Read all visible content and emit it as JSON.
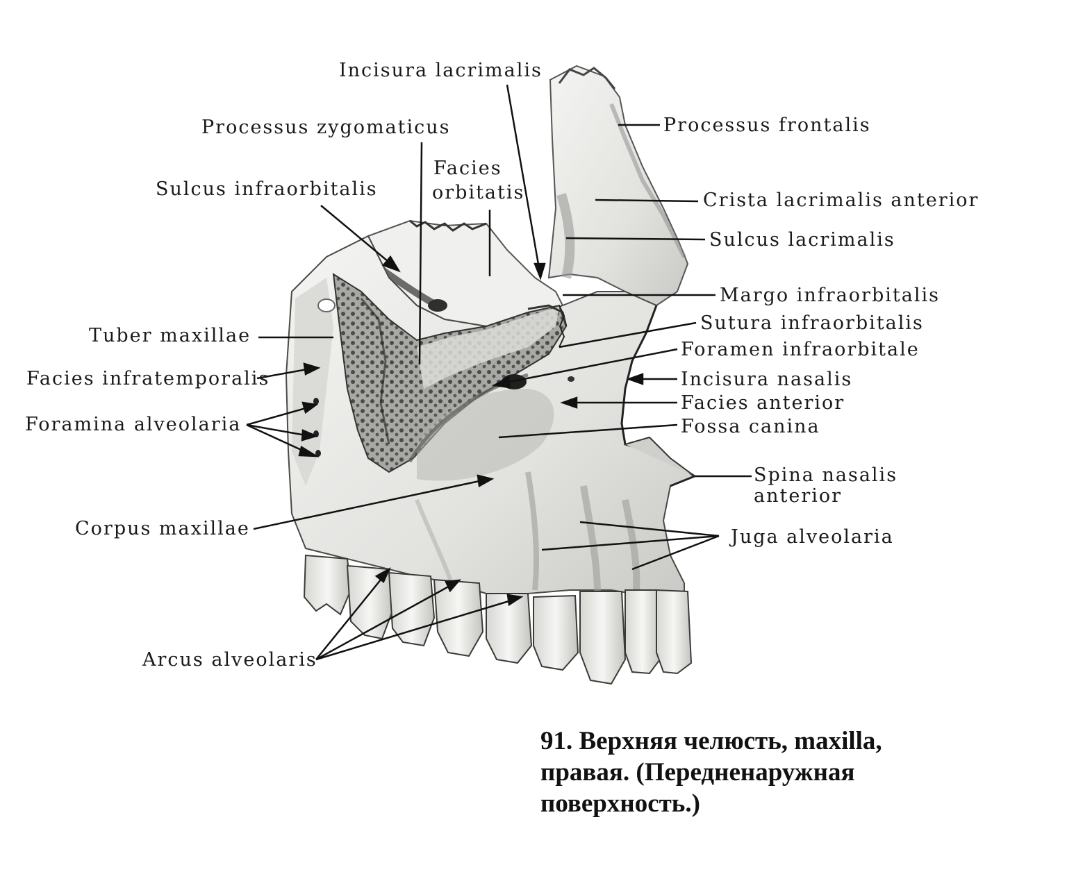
{
  "labels": {
    "incisura_lacrimalis": "Incisura lacrimalis",
    "processus_zygomaticus": "Processus zygomaticus",
    "facies_orbitatis_1": "Facies",
    "facies_orbitatis_2": "orbitatis",
    "sulcus_infraorbitalis": "Sulcus infraorbitalis",
    "processus_frontalis": "Processus frontalis",
    "crista_lacrimalis_anterior": "Crista lacrimalis anterior",
    "sulcus_lacrimalis": "Sulcus lacrimalis",
    "margo_infraorbitalis": "Margo infraorbitalis",
    "sutura_infraorbitalis": "Sutura infraorbitalis",
    "foramen_infraorbitale": "Foramen infraorbitale",
    "incisura_nasalis": "Incisura nasalis",
    "facies_anterior": "Facies anterior",
    "fossa_canina": "Fossa canina",
    "spina_nasalis_1": "Spina nasalis",
    "spina_nasalis_2": "anterior",
    "juga_alveolaria": "Juga alveolaria",
    "tuber_maxillae": "Tuber maxillae",
    "facies_infratemporalis": "Facies infratemporalis",
    "foramina_alveolaria": "Foramina alveolaria",
    "corpus_maxillae": "Corpus maxillae",
    "arcus_alveolaris": "Arcus alveolaris"
  },
  "caption": {
    "line1": "91. Верхняя челюсть, maxilla,",
    "line2": "правая. (Передненаружная",
    "line3": "поверхность.)"
  },
  "colors": {
    "bone_fill": "#ececea",
    "bone_shade": "#b9b9b6",
    "bone_dark": "#6f6f6c",
    "line": "#111111"
  }
}
